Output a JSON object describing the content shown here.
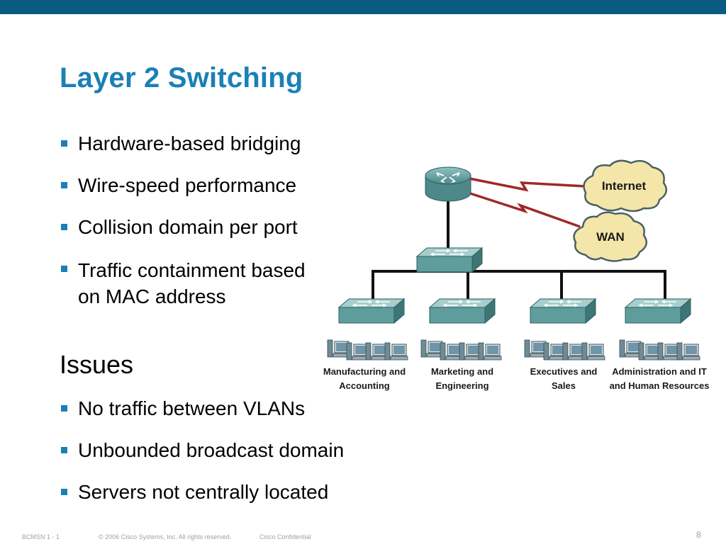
{
  "title": "Layer 2 Switching",
  "bullets_top": [
    "Hardware-based bridging",
    "Wire-speed performance",
    "Collision domain per port",
    "Traffic containment based",
    "on MAC address"
  ],
  "issues_heading": "Issues",
  "bullets_bottom": [
    "No traffic between VLANs",
    "Unbounded broadcast domain",
    "Servers not centrally located"
  ],
  "diagram": {
    "clouds": [
      "Internet",
      "WAN"
    ],
    "departments": [
      [
        "Manufacturing and",
        "Accounting"
      ],
      [
        "Marketing and",
        "Engineering"
      ],
      [
        "Executives and",
        "Sales"
      ],
      [
        "Administration and IT",
        "and Human Resources"
      ]
    ],
    "colors": {
      "device_teal": "#5f9d9d",
      "wan_link": "#a02828",
      "cloud_fill": "#f3e6a8"
    }
  },
  "footer": {
    "course": "BCMSN 1 - 1",
    "copyright": "© 2006 Cisco Systems, Inc. All rights reserved.",
    "confidential": "Cisco Confidential",
    "page": "8"
  }
}
